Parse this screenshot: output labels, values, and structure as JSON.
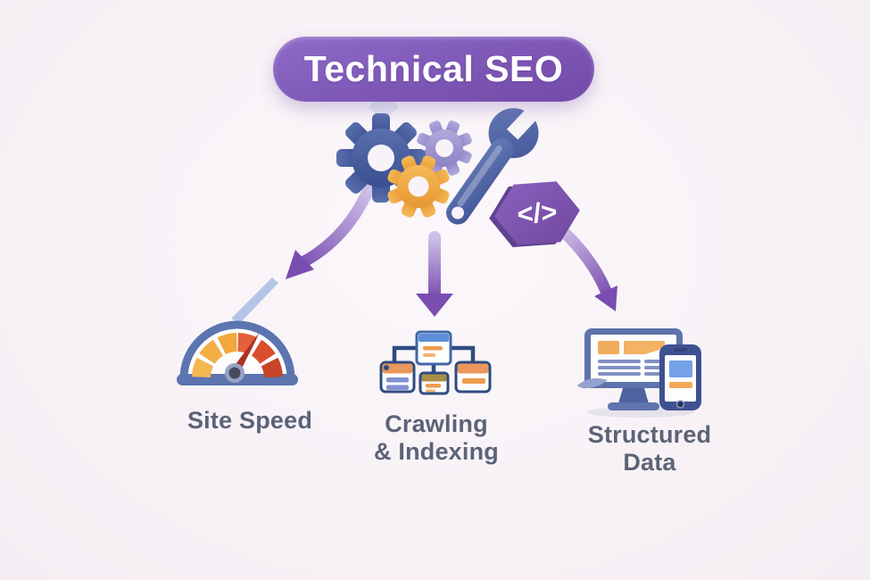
{
  "banner": {
    "label": "Technical SEO",
    "color": "#7E57B6"
  },
  "hub": {
    "code_glyph": "</>",
    "gear_blue": "#42579B",
    "gear_lavender": "#9B93CE",
    "gear_orange": "#F0A843",
    "wrench_blue": "#4D62A4",
    "hexagon_purple": "#7E55AD"
  },
  "arrows": {
    "gradient_start": "#CDC0E8",
    "gradient_end": "#7A4DB0"
  },
  "branches": [
    {
      "id": "site-speed",
      "label": "Site Speed",
      "icon": "speedometer-icon"
    },
    {
      "id": "crawling-indexing",
      "label": "Crawling & Indexing",
      "line1": "Crawling",
      "line2": "& Indexing",
      "icon": "sitemap-icon"
    },
    {
      "id": "structured-data",
      "label": "Structured Data",
      "line1": "Structured",
      "line2": "Data",
      "icon": "devices-icon"
    }
  ],
  "palette": {
    "background": "#F8F3F7",
    "label_text": "#5B6377",
    "gauge_frame": "#5C74B0",
    "gauge_segments": [
      "#F3B751",
      "#F2AF46",
      "#F0A83E",
      "#E4603A",
      "#D94E2E",
      "#C64428"
    ],
    "needle": "#AB3226",
    "card_border": "#2F4B80",
    "card_header_orange": "#E9975C",
    "card_header_blue": "#5B8FD8",
    "monitor_frame": "#5F73AC",
    "phone_frame": "#3E5190",
    "accent_orange": "#EE9C4E",
    "accent_blue_line": "#8191C4"
  }
}
